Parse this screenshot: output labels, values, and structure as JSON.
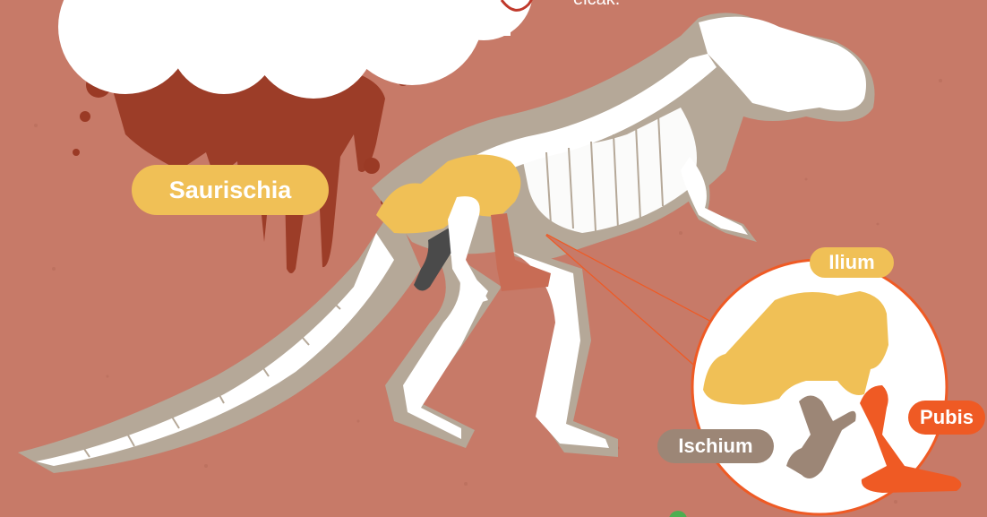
{
  "labels": {
    "saurischia": "Saurischia",
    "ilium": "Ilium",
    "pubis": "Pubis",
    "ischium": "Ischium"
  },
  "caption_fragment": "elcak.",
  "icons": {
    "skeleton": "t-rex-skeleton-icon",
    "cloud": "speech-cloud-icon",
    "splatter": "blood-splatter-icon",
    "magnifier": "pelvis-zoom-circle-icon"
  },
  "colors": {
    "background": "#c77a68",
    "bone": "#ffffff",
    "bone_outline": "#b5a898",
    "ilium": "#f0c056",
    "pubis": "#ef5a24",
    "pubis_on_skeleton": "#c86c55",
    "ischium": "#9c8676",
    "ischium_on_skeleton": "#4a4a4a",
    "splatter": "#9a3a25"
  }
}
